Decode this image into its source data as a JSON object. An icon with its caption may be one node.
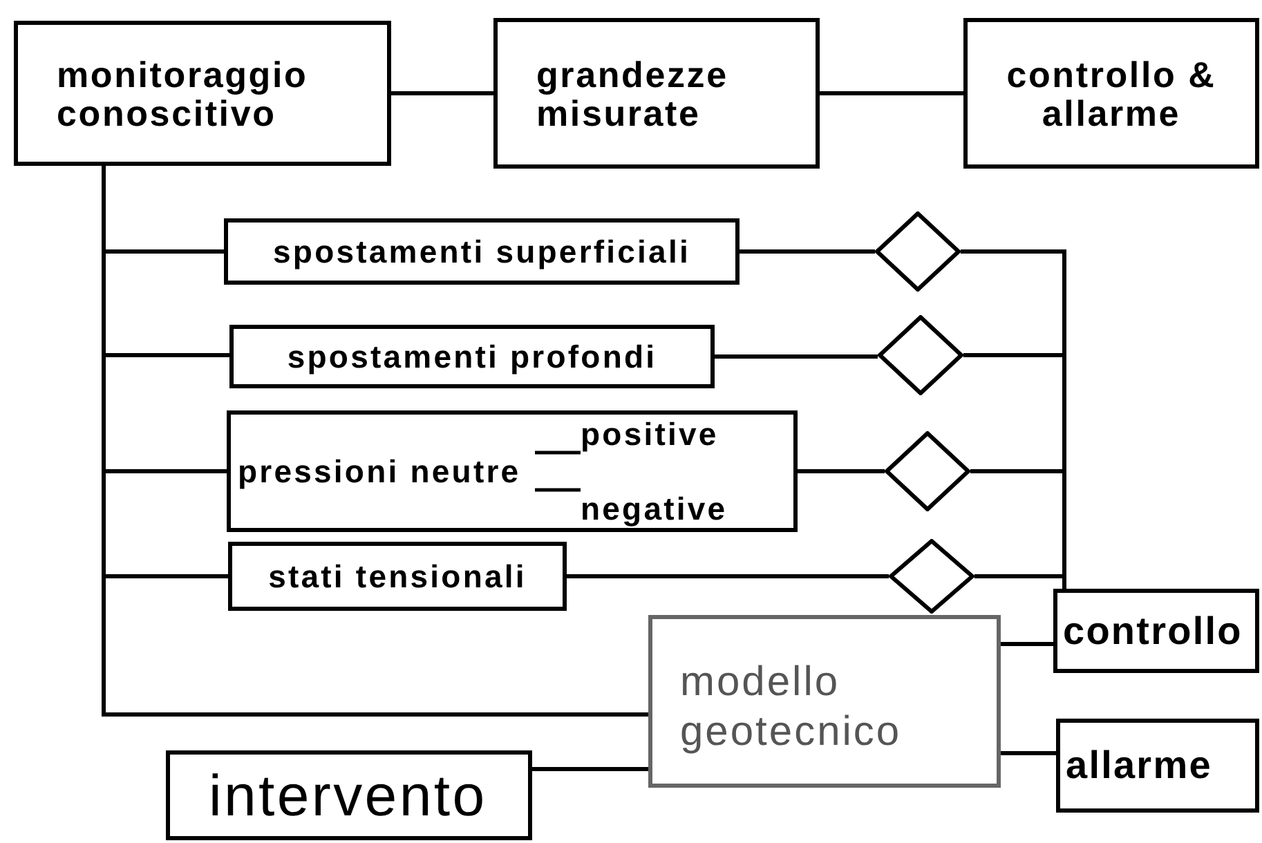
{
  "diagram": {
    "nodes": [
      {
        "text": [
          "monitoraggio conoscitivo"
        ]
      },
      {
        "text": [
          "grandezze misurate"
        ]
      },
      {
        "text": [
          "controllo & allarme"
        ]
      },
      {
        "text": [
          "spostamenti superficiali"
        ]
      },
      {
        "text": [
          "spostamenti profondi"
        ]
      },
      {
        "text": [],
        "shape": "box"
      },
      {
        "text": [
          "pressioni neutre"
        ],
        "in": 5
      },
      {
        "text": [
          "positive"
        ],
        "in": 5
      },
      {
        "text": [
          "negative"
        ],
        "in": 5
      },
      {
        "text": [
          "stati tensionali"
        ]
      },
      {
        "text": [],
        "shape": "diamond"
      },
      {
        "text": [],
        "shape": "diamond"
      },
      {
        "text": [],
        "shape": "diamond"
      },
      {
        "text": [],
        "shape": "diamond"
      },
      {
        "text": [
          "controllo"
        ]
      },
      {
        "text": [
          "modello geotecnico"
        ]
      },
      {
        "text": [
          "intervento"
        ]
      },
      {
        "text": [
          "allarme"
        ]
      }
    ],
    "edges": [
      {
        "from": 0,
        "to": 1,
        "arrow": "none"
      },
      {
        "from": 1,
        "to": 2,
        "arrow": "none"
      },
      {
        "from": 0,
        "to": 3,
        "arrow": "none"
      },
      {
        "from": 0,
        "to": 4,
        "arrow": "none"
      },
      {
        "from": 0,
        "to": 5,
        "arrow": "none"
      },
      {
        "from": 0,
        "to": 9,
        "arrow": "none"
      },
      {
        "from": 0,
        "to": 15,
        "arrow": "none"
      },
      {
        "from": 6,
        "to": 7,
        "arrow": "none"
      },
      {
        "from": 6,
        "to": 8,
        "arrow": "none"
      },
      {
        "from": 3,
        "to": 10,
        "arrow": "none"
      },
      {
        "from": 4,
        "to": 11,
        "arrow": "none"
      },
      {
        "from": 5,
        "to": 12,
        "arrow": "none"
      },
      {
        "from": 9,
        "to": 13,
        "arrow": "none"
      },
      {
        "from": 10,
        "to": 14,
        "arrow": "none"
      },
      {
        "from": 11,
        "to": 14,
        "arrow": "none"
      },
      {
        "from": 12,
        "to": 14,
        "arrow": "none"
      },
      {
        "from": 13,
        "to": 14,
        "arrow": "none"
      },
      {
        "from": 15,
        "to": 14,
        "arrow": "none"
      },
      {
        "from": 15,
        "to": 17,
        "arrow": "none"
      },
      {
        "from": 16,
        "to": 15,
        "arrow": "none"
      }
    ]
  }
}
